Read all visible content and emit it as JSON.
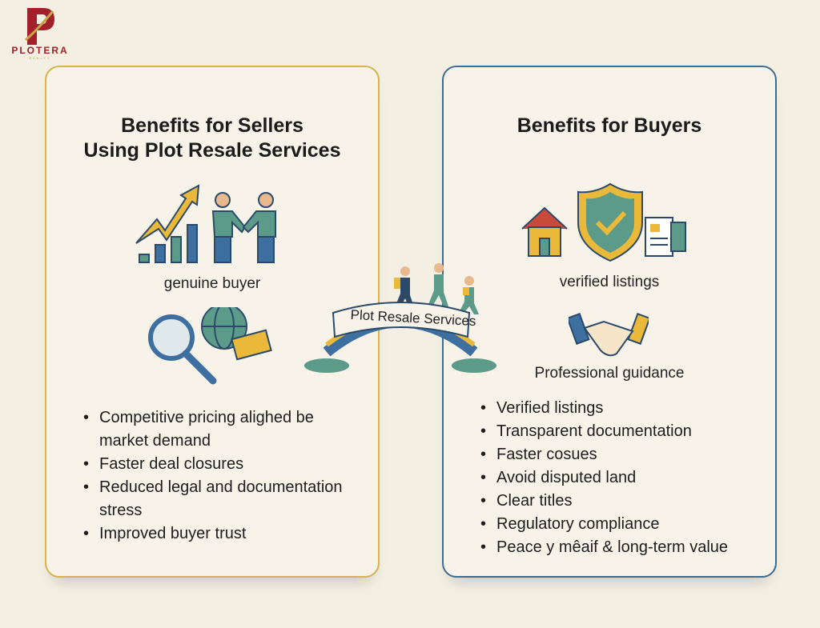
{
  "brand": {
    "name": "PLOTERA",
    "sub": "REALTY",
    "colors": {
      "red": "#a3202a",
      "gold": "#c9a24a"
    }
  },
  "sellers": {
    "title_line1": "Benefits for Sellers",
    "title_line2": "Using Plot Resale Services",
    "icon1_label": "genuine buyer",
    "icons": [
      "growth-chart-icon",
      "handshake-people-icon",
      "magnifier-icon",
      "globe-icon",
      "cash-icon"
    ],
    "bullets": [
      "Competitive pricing alighed be market demand",
      "Faster deal closures",
      "Reduced legal and documentation stress",
      "Improved buyer trust"
    ],
    "border_color": "#d8b24c"
  },
  "bridge": {
    "label": "Plot Resale Services",
    "icons": [
      "bridge-icon",
      "walking-people-icon"
    ]
  },
  "buyers": {
    "title": "Benefits for Buyers",
    "icon1_label": "verified listings",
    "icon2_label": "Professional guidance",
    "icons": [
      "house-icon",
      "shield-check-icon",
      "document-icon",
      "handshake-icon"
    ],
    "bullets": [
      "Verified listings",
      "Transparent documentation",
      "Faster cosues",
      "Avoid disputed land",
      "Clear titles",
      "Regulatory compliance",
      "Peace y mêaif & long-term value"
    ],
    "border_color": "#3e6c92"
  }
}
